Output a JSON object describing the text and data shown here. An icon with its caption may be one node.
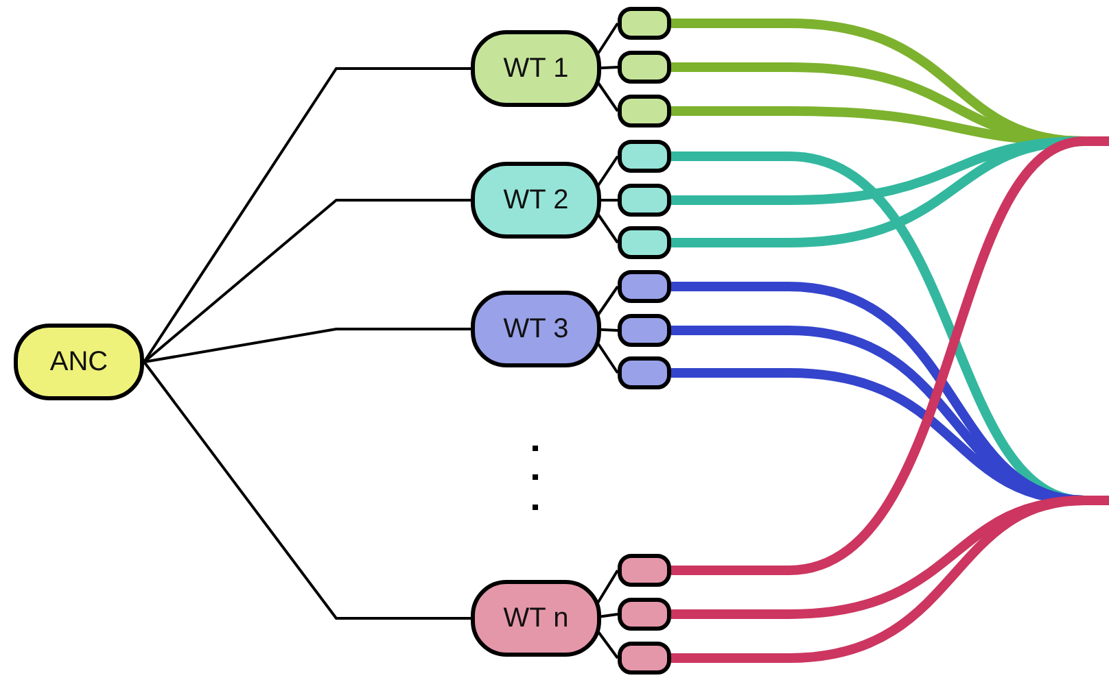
{
  "diagram": {
    "nodes": [
      {
        "text": [
          "ANC"
        ]
      },
      {
        "text": [
          "WT 1"
        ]
      },
      {
        "text": [],
        "shape": "box"
      },
      {
        "text": [],
        "shape": "box"
      },
      {
        "text": [],
        "shape": "box"
      },
      {
        "text": [
          "WT 2"
        ]
      },
      {
        "text": [],
        "shape": "box"
      },
      {
        "text": [],
        "shape": "box"
      },
      {
        "text": [],
        "shape": "box"
      },
      {
        "text": [
          "WT 3"
        ]
      },
      {
        "text": [],
        "shape": "box"
      },
      {
        "text": [],
        "shape": "box"
      },
      {
        "text": [],
        "shape": "box"
      },
      {
        "text": [
          "WT n"
        ]
      },
      {
        "text": [],
        "shape": "box"
      },
      {
        "text": [],
        "shape": "box"
      },
      {
        "text": [],
        "shape": "box"
      }
    ],
    "edges": [
      {
        "from": 0,
        "to": 1,
        "arrow": "none"
      },
      {
        "from": 0,
        "to": 5,
        "arrow": "none"
      },
      {
        "from": 0,
        "to": 9,
        "arrow": "none"
      },
      {
        "from": 0,
        "to": 13,
        "arrow": "none"
      },
      {
        "from": 1,
        "to": 2,
        "arrow": "none"
      },
      {
        "from": 1,
        "to": 3,
        "arrow": "none"
      },
      {
        "from": 1,
        "to": 4,
        "arrow": "none"
      },
      {
        "from": 5,
        "to": 6,
        "arrow": "none"
      },
      {
        "from": 5,
        "to": 7,
        "arrow": "none"
      },
      {
        "from": 5,
        "to": 8,
        "arrow": "none"
      },
      {
        "from": 9,
        "to": 10,
        "arrow": "none"
      },
      {
        "from": 9,
        "to": 11,
        "arrow": "none"
      },
      {
        "from": 9,
        "to": 12,
        "arrow": "none"
      },
      {
        "from": 13,
        "to": 14,
        "arrow": "none"
      },
      {
        "from": 13,
        "to": 15,
        "arrow": "none"
      },
      {
        "from": 13,
        "to": 16,
        "arrow": "none"
      },
      {
        "from": 2,
        "to": null,
        "arrow": "none",
        "style": "thick",
        "color": "#7db22e"
      },
      {
        "from": 3,
        "to": null,
        "arrow": "none",
        "style": "thick",
        "color": "#7db22e"
      },
      {
        "from": 4,
        "to": null,
        "arrow": "none",
        "style": "thick",
        "color": "#7db22e"
      },
      {
        "from": 6,
        "to": null,
        "arrow": "none",
        "style": "thick",
        "color": "#33b89f"
      },
      {
        "from": 7,
        "to": null,
        "arrow": "none",
        "style": "thick",
        "color": "#33b89f"
      },
      {
        "from": 8,
        "to": null,
        "arrow": "none",
        "style": "thick",
        "color": "#33b89f"
      },
      {
        "from": 10,
        "to": null,
        "arrow": "none",
        "style": "thick",
        "color": "#3444cc"
      },
      {
        "from": 11,
        "to": null,
        "arrow": "none",
        "style": "thick",
        "color": "#3444cc"
      },
      {
        "from": 12,
        "to": null,
        "arrow": "none",
        "style": "thick",
        "color": "#3444cc"
      },
      {
        "from": 14,
        "to": null,
        "arrow": "none",
        "style": "thick",
        "color": "#cc3660"
      },
      {
        "from": 15,
        "to": null,
        "arrow": "none",
        "style": "thick",
        "color": "#cc3660"
      },
      {
        "from": 16,
        "to": null,
        "arrow": "none",
        "style": "thick",
        "color": "#cc3660"
      }
    ]
  }
}
